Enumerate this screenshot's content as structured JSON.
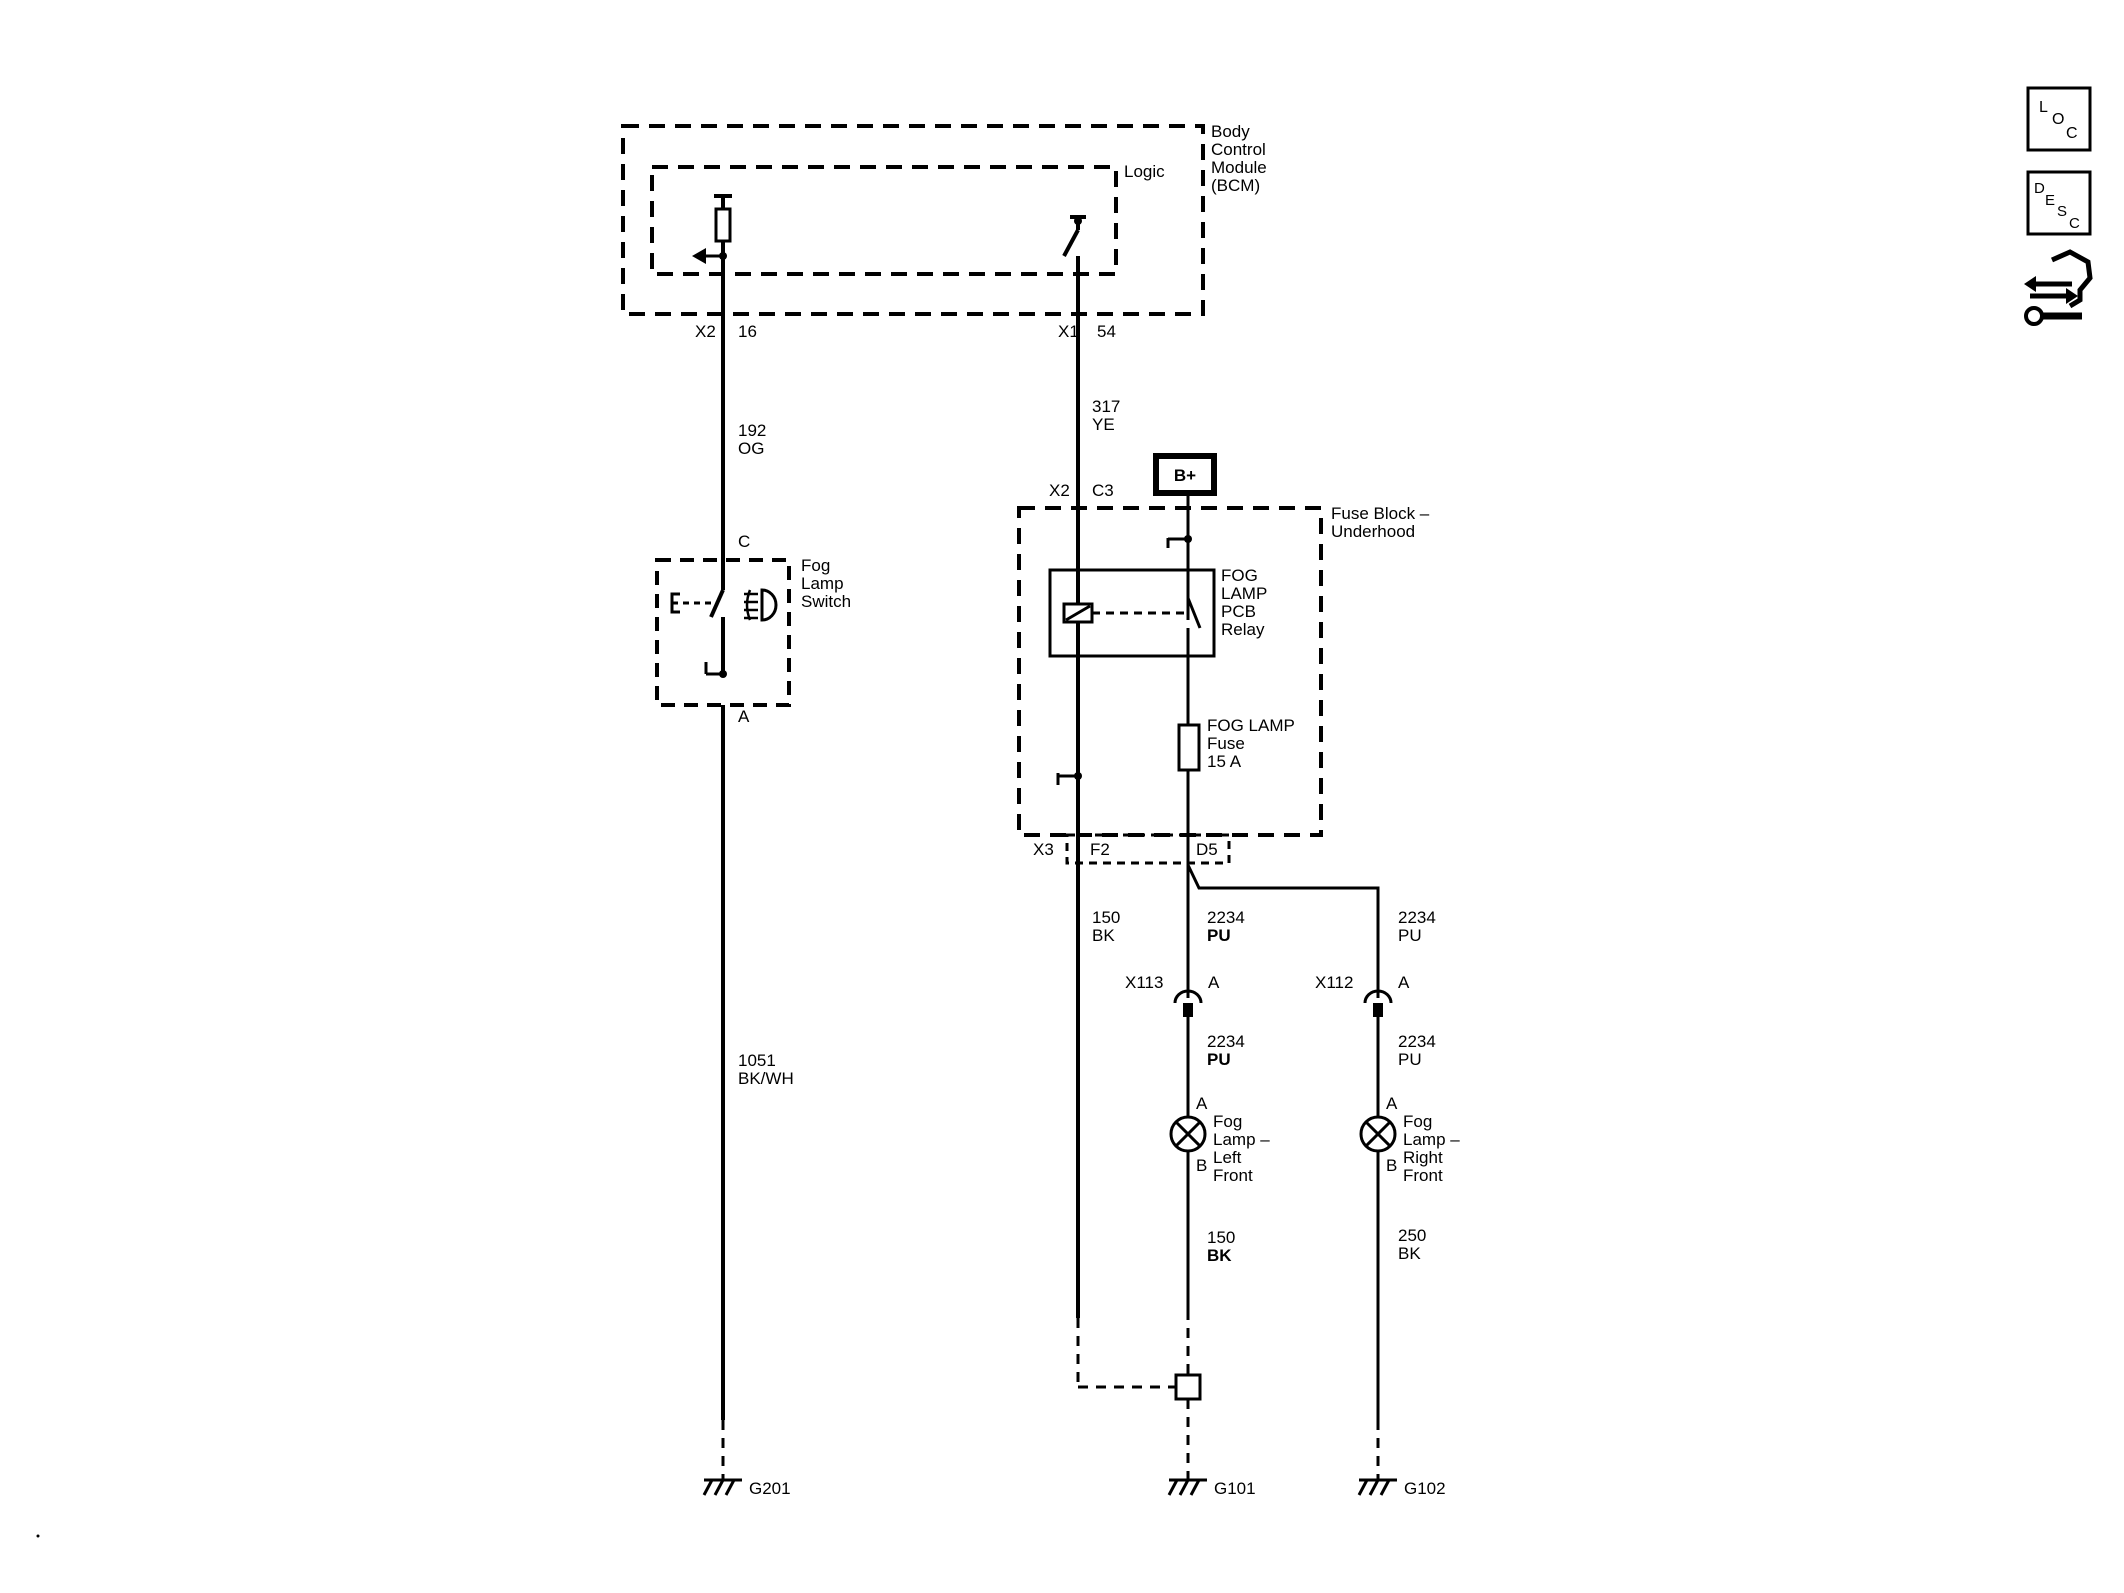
{
  "bcm": {
    "name_lines": [
      "Body",
      "Control",
      "Module",
      "(BCM)"
    ],
    "logic_label": "Logic",
    "pin_left_connector": "X2",
    "pin_left_number": "16",
    "pin_right_connector": "X1",
    "pin_right_number": "54"
  },
  "wires": {
    "w192_number": "192",
    "w192_color": "OG",
    "w317_number": "317",
    "w317_color": "YE",
    "w1051_number": "1051",
    "w1051_color": "BK/WH",
    "w150_number": "150",
    "w150_color": "BK",
    "w2234a_number": "2234",
    "w2234a_color": "PU",
    "w2234b_number": "2234",
    "w2234b_color": "PU",
    "w2234c_number": "2234",
    "w2234c_color": "PU",
    "w2234d_number": "2234",
    "w2234d_color": "PU",
    "w150b_number": "150",
    "w150b_color": "BK",
    "w250_number": "250",
    "w250_color": "BK"
  },
  "fog_switch": {
    "name_lines": [
      "Fog",
      "Lamp",
      "Switch"
    ],
    "pin_top": "C",
    "pin_bottom": "A"
  },
  "fuse_block": {
    "name_lines": [
      "Fuse Block –",
      "Underhood"
    ],
    "battery_label": "B+",
    "pin_in_connector": "X2",
    "pin_in_number": "C3",
    "relay_lines": [
      "FOG",
      "LAMP",
      "PCB",
      "Relay"
    ],
    "fuse_lines": [
      "FOG LAMP",
      "Fuse",
      "15 A"
    ],
    "out_connector": "X3",
    "out_pin_left": "F2",
    "out_pin_right": "D5"
  },
  "inline_connectors": {
    "left_name": "X113",
    "left_pin": "A",
    "right_name": "X112",
    "right_pin": "A"
  },
  "lamps": {
    "left_lines": [
      "Fog",
      "Lamp –",
      "Left",
      "Front"
    ],
    "left_pin_a": "A",
    "left_pin_b": "B",
    "right_lines": [
      "Fog",
      "Lamp –",
      "Right",
      "Front"
    ],
    "right_pin_a": "A",
    "right_pin_b": "B"
  },
  "grounds": {
    "g1": "G201",
    "g2": "G101",
    "g3": "G102"
  },
  "side_icons": [
    {
      "name": "loc-icon",
      "letters": [
        "L",
        "O",
        "C"
      ]
    },
    {
      "name": "desc-icon",
      "letters": [
        "D",
        "E",
        "S",
        "C"
      ]
    },
    {
      "name": "connector-repair-icon"
    }
  ]
}
